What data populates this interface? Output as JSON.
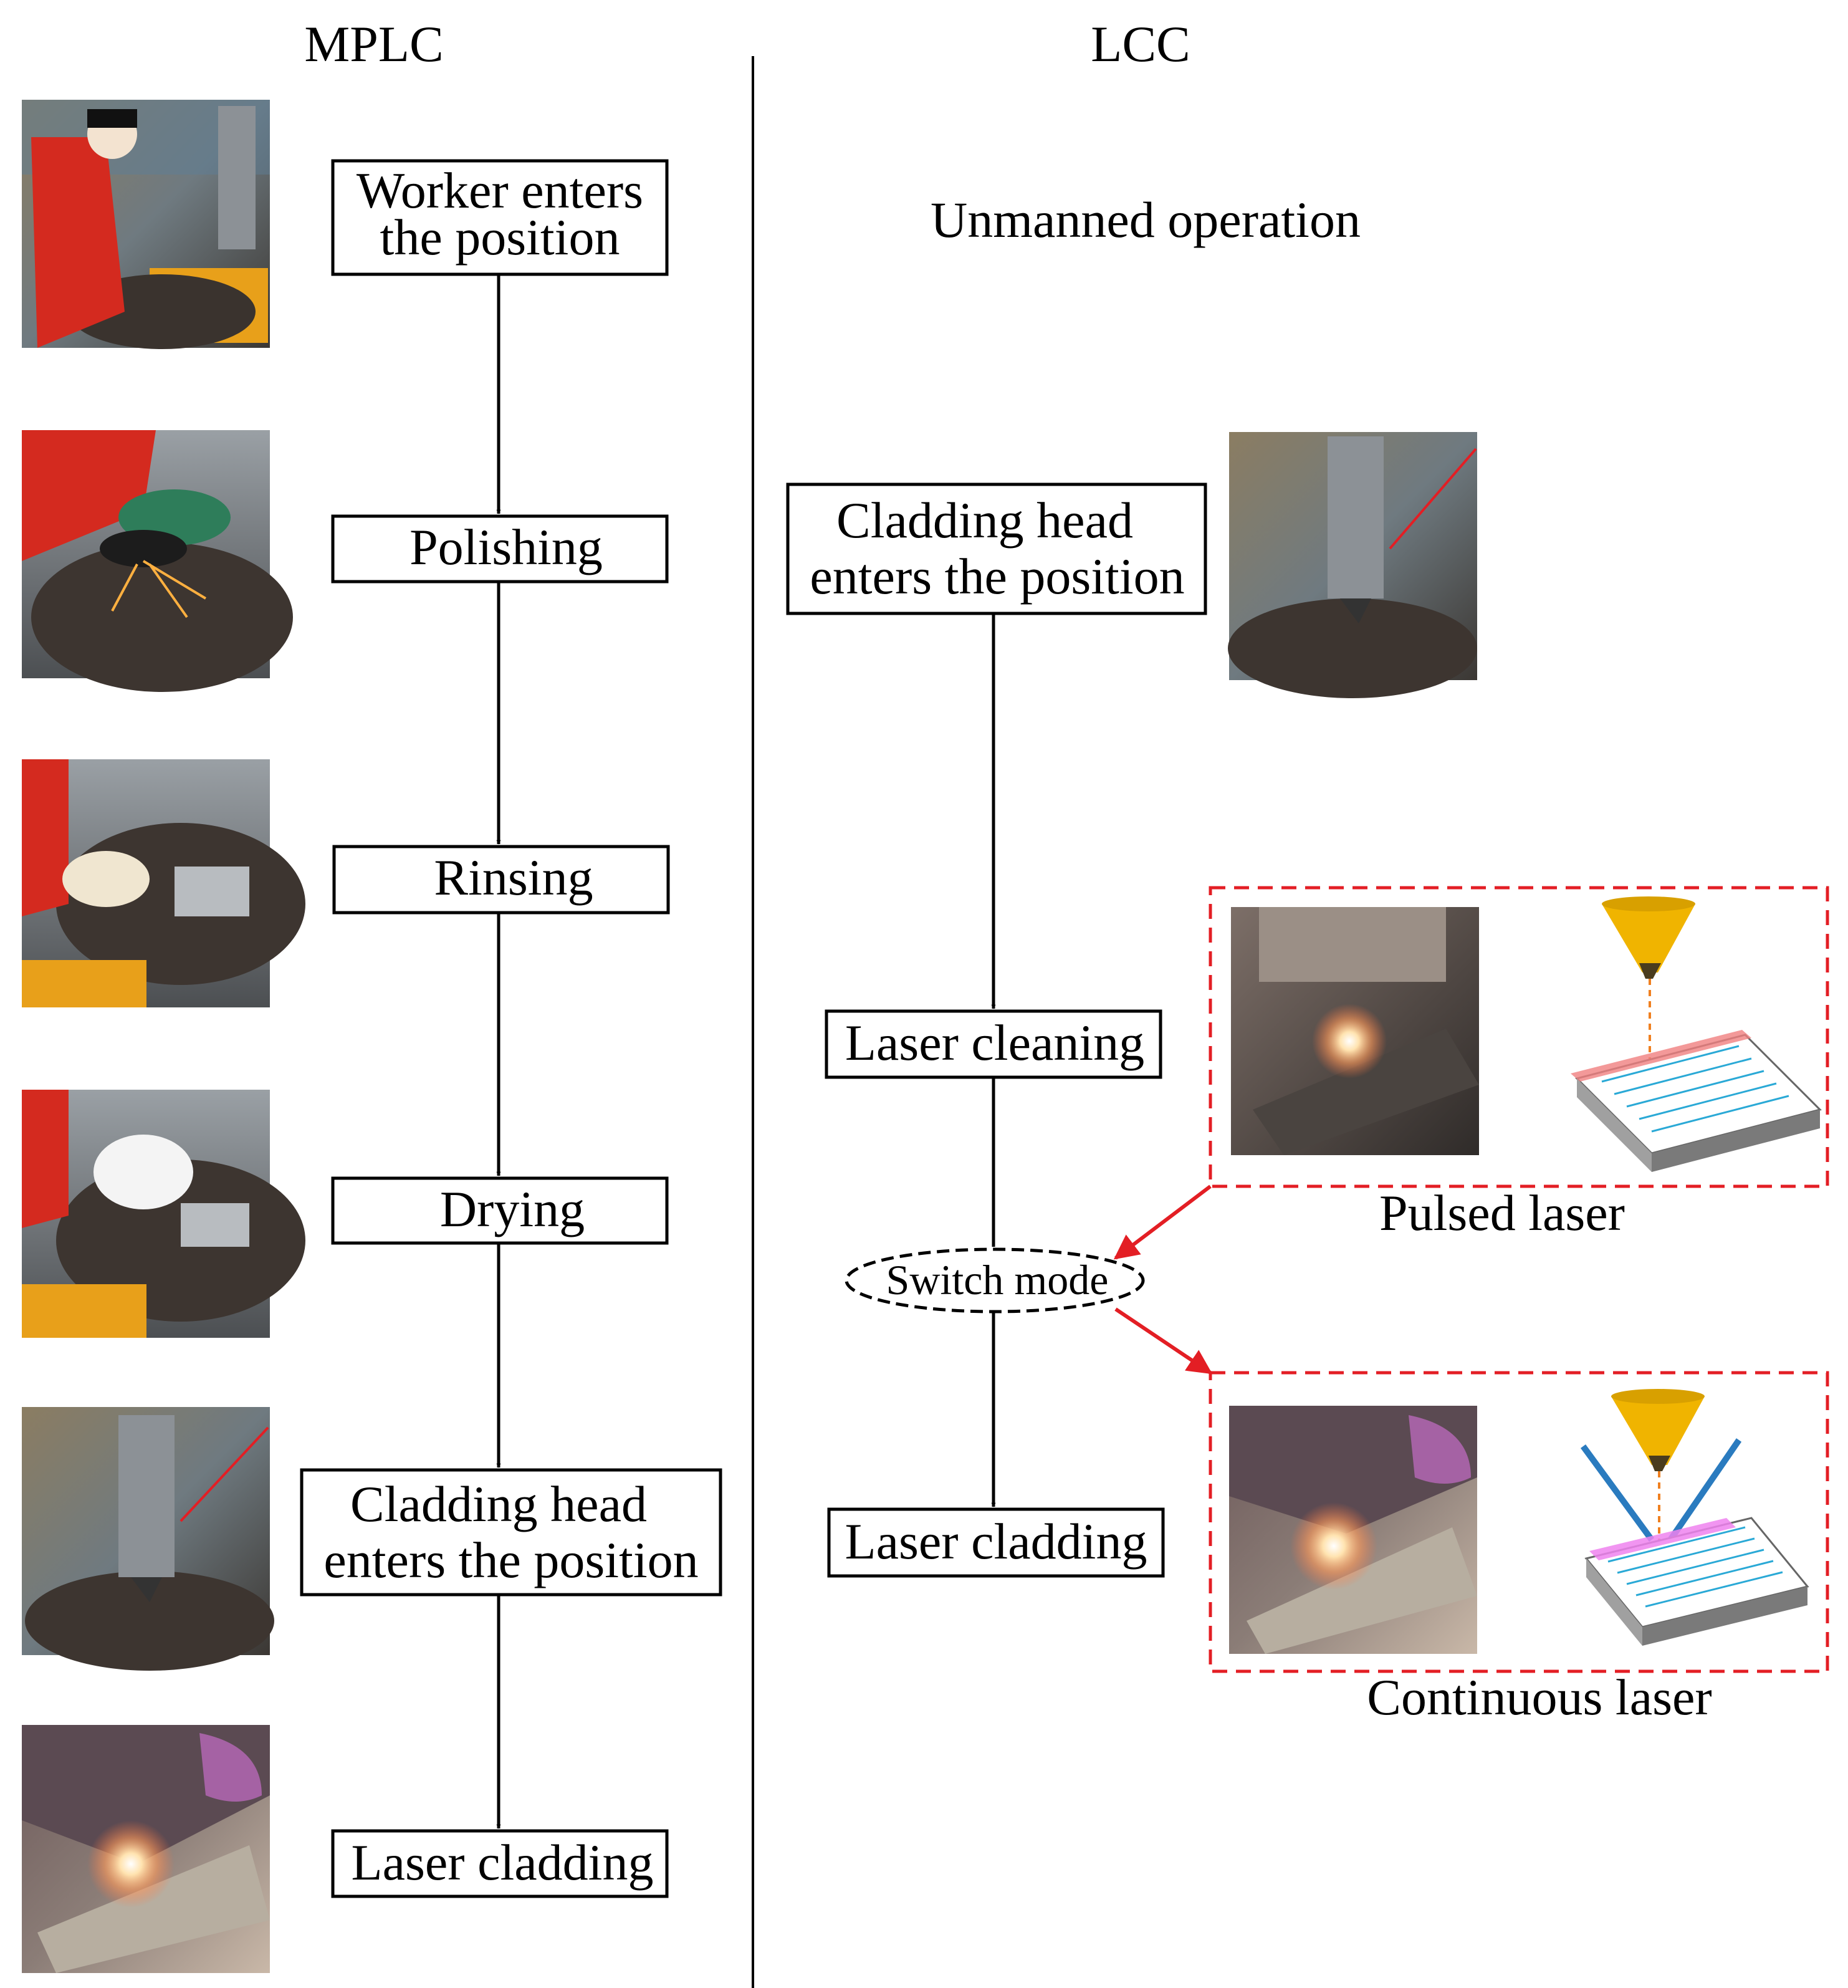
{
  "columns": {
    "left_title": "MPLC",
    "right_title": "LCC"
  },
  "mplc_steps": [
    {
      "lines": [
        "Worker enters",
        "the position"
      ]
    },
    {
      "lines": [
        "Polishing"
      ]
    },
    {
      "lines": [
        "Rinsing"
      ]
    },
    {
      "lines": [
        "Drying"
      ]
    },
    {
      "lines": [
        "Cladding head",
        "enters the position"
      ]
    },
    {
      "lines": [
        "Laser cladding"
      ]
    }
  ],
  "lcc": {
    "note": "Unmanned operation",
    "steps": [
      {
        "lines": [
          "Cladding head",
          "enters the position"
        ]
      },
      {
        "lines": [
          "Laser cleaning"
        ]
      },
      {
        "lines": [
          "Laser cladding"
        ]
      }
    ],
    "switch_label": "Switch mode",
    "pulsed_label": "Pulsed laser",
    "continuous_label": "Continuous laser"
  },
  "colors": {
    "line": "#000000",
    "highlight": "#e31e24",
    "nozzle": "#f0b400",
    "nozzle_dark": "#4a3c1e",
    "scan_line": "#2aa9d6",
    "pulsed_track": "#f08080",
    "cladding_track": "#ee82ee",
    "powder_stream": "#2a7bbf",
    "plate_top": "#ffffff",
    "plate_side": "#a0a0a0"
  }
}
